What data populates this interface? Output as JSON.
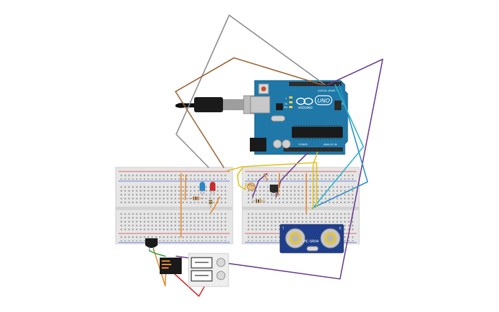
{
  "circuit": {
    "arduino": {
      "logo": "ARDUINO",
      "model": "UNO",
      "digital_label": "DIGITAL (PWM ~)",
      "power_label": "POWER",
      "analog_label": "ANALOG IN",
      "tx_label": "TX",
      "rx_label": "RX",
      "l_label": "L",
      "on_label": "ON"
    },
    "ultrasonic_sensor": {
      "model": "HC-SR04",
      "t_label": "T",
      "r_label": "R"
    }
  }
}
